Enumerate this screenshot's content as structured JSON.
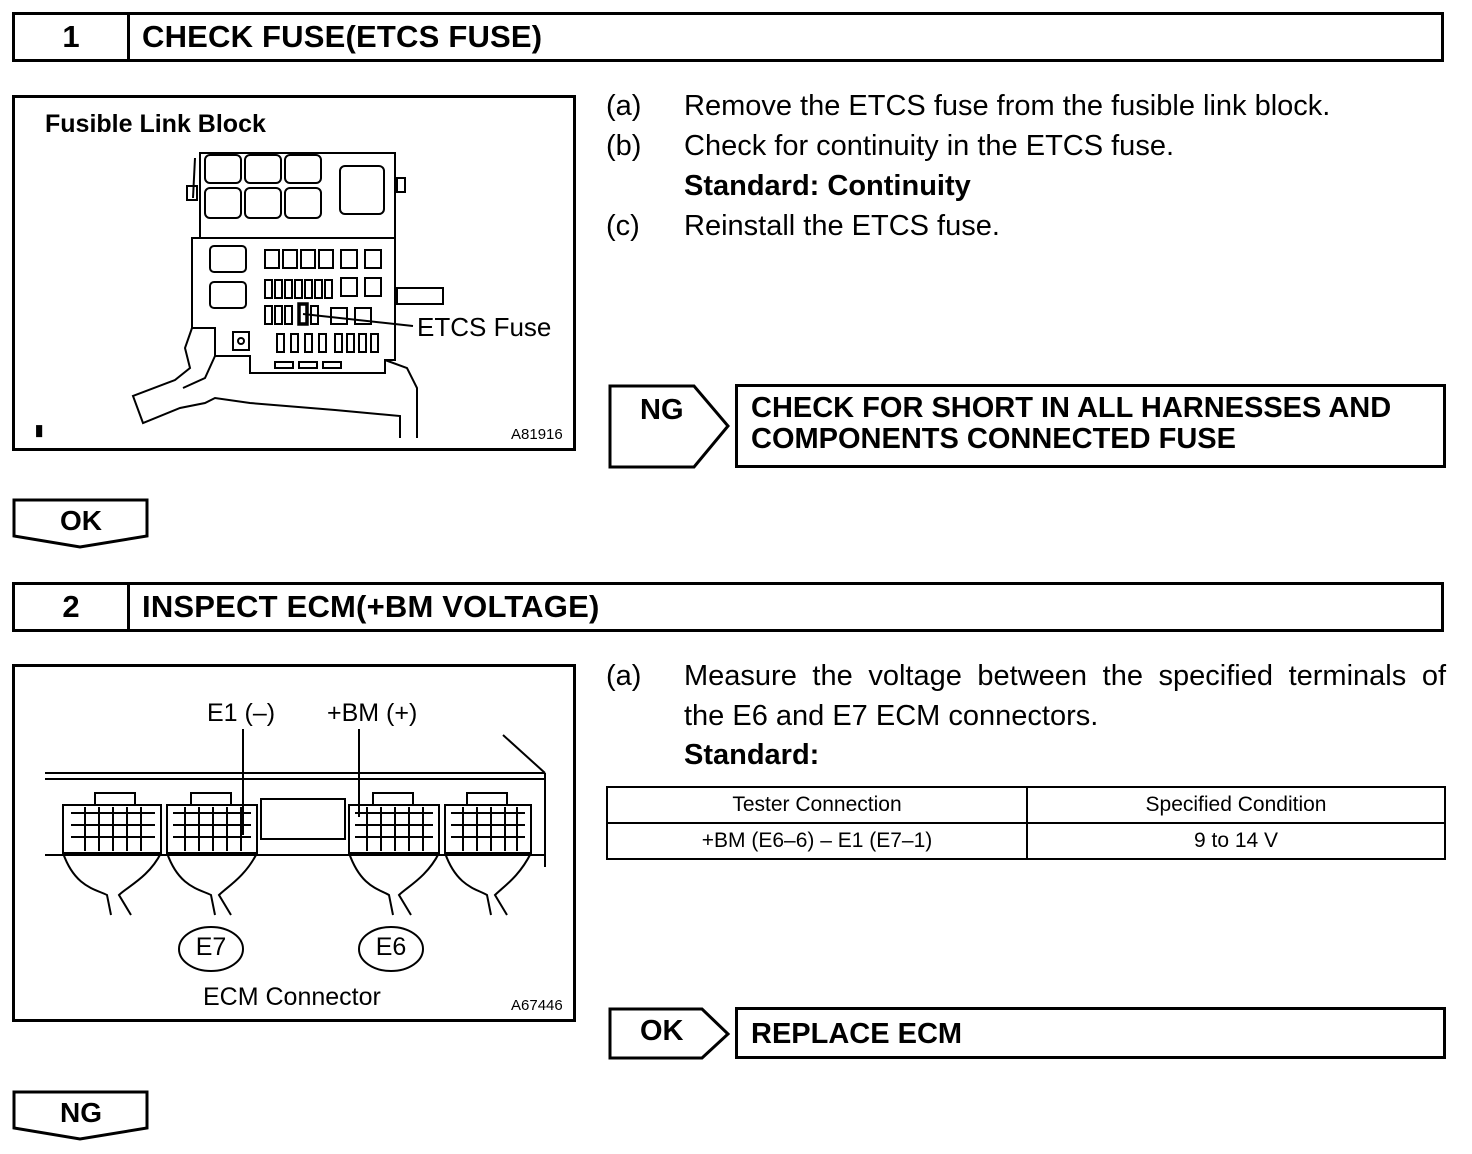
{
  "step1": {
    "number": "1",
    "title": "CHECK FUSE(ETCS FUSE)",
    "figure": {
      "title": "Fusible Link Block",
      "callout": "ETCS Fuse",
      "figure_id": "A81916"
    },
    "instructions": [
      {
        "marker": "(a)",
        "text": "Remove the ETCS fuse from the fusible link block."
      },
      {
        "marker": "(b)",
        "text": "Check for continuity in the ETCS fuse."
      },
      {
        "marker": "",
        "text": "Standard: Continuity"
      },
      {
        "marker": "(c)",
        "text": "Reinstall the ETCS fuse."
      }
    ],
    "ng_label": "NG",
    "ng_action": [
      "CHECK FOR SHORT IN ALL HARNESSES AND",
      "COMPONENTS CONNECTED FUSE"
    ],
    "ok_label": "OK"
  },
  "step2": {
    "number": "2",
    "title": "INSPECT ECM(+BM VOLTAGE)",
    "figure": {
      "label_e1": "E1 (–)",
      "label_bm": "+BM (+)",
      "connector_e7": "E7",
      "connector_e6": "E6",
      "caption": "ECM Connector",
      "figure_id": "A67446"
    },
    "instructions": [
      {
        "marker": "(a)",
        "text": "Measure the voltage between the specified terminals of"
      },
      {
        "marker": "",
        "text": "the E6 and E7 ECM connectors."
      },
      {
        "marker": "",
        "text": "Standard:"
      }
    ],
    "table": {
      "headers": [
        "Tester Connection",
        "Specified Condition"
      ],
      "rows": [
        [
          "+BM (E6–6) – E1 (E7–1)",
          "9 to 14 V"
        ]
      ]
    },
    "ok_label": "OK",
    "ok_action": "REPLACE ECM",
    "ng_label": "NG"
  }
}
